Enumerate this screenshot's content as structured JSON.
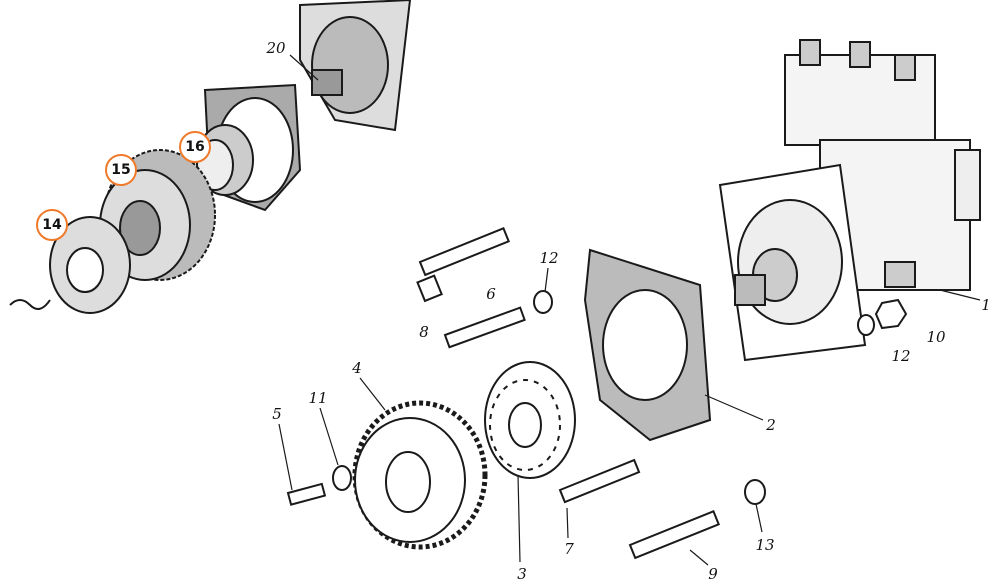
{
  "diagram": {
    "type": "exploded-parts-view",
    "colors": {
      "ink": "#1a1a1a",
      "callout": "#f07a2a"
    },
    "highlighted_callouts": [
      "14",
      "15",
      "16"
    ],
    "labels": [
      "20",
      "12",
      "8",
      "6",
      "1",
      "10",
      "12",
      "4",
      "11",
      "5",
      "2",
      "3",
      "7",
      "13",
      "9"
    ]
  }
}
